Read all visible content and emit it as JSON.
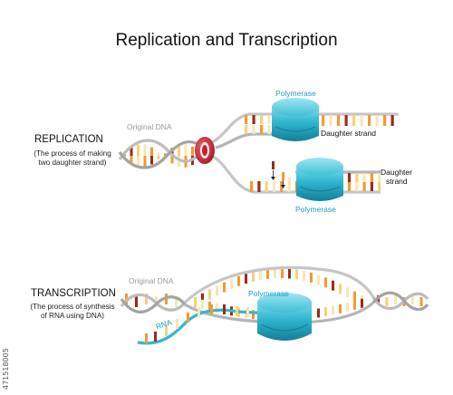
{
  "title": "Replication and Transcription",
  "replication": {
    "heading": "REPLICATION",
    "subtitle_line1": "(The process of making",
    "subtitle_line2": "two daughter strand)",
    "original_dna_label": "Original DNA",
    "polymerase_top_label": "Polymerase",
    "polymerase_bottom_label": "Polymerase",
    "daughter_strand_top_label": "Daughter strand",
    "daughter_strand_bottom_line1": "Daughter",
    "daughter_strand_bottom_line2": "strand"
  },
  "transcription": {
    "heading": "TRANSCRIPTION",
    "subtitle_line1": "(The process of synthesis",
    "subtitle_line2": "of RNA using DNA)",
    "original_dna_label": "Original DNA",
    "polymerase_label": "Polymerase",
    "rna_label": "RNA"
  },
  "stock_id": "471518005",
  "colors": {
    "backbone": "#c9c9c9",
    "backbone_dark": "#9e9e9e",
    "base_orange": "#f29a2e",
    "base_red": "#9b2a1a",
    "base_yellow": "#f5d27a",
    "base_cream": "#f7e6b5",
    "polymerase": "#2fb5cf",
    "polymerase_dark": "#16879f",
    "helicase": "#c9202d",
    "rna": "#35b8cc",
    "label_cyan": "#1a9fc2",
    "label_grey": "#9a9a9a"
  }
}
